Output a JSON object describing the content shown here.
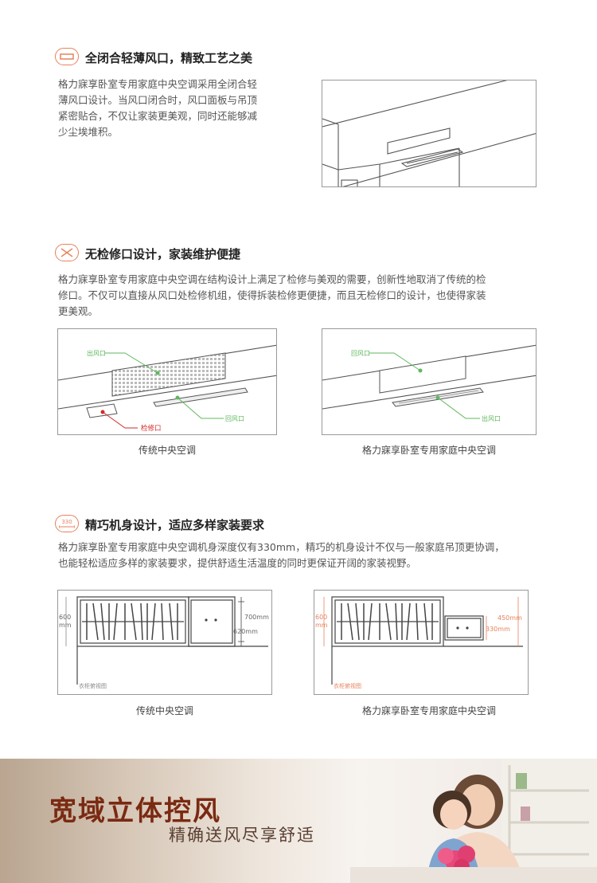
{
  "section1": {
    "icon": "vent-slot-icon",
    "title": "全闭合轻薄风口，精致工艺之美",
    "body_lines": [
      "格力寐享卧室专用家庭中央空调采用全闭合轻",
      "薄风口设计。当风口闭合时，风口面板与吊顶",
      "紧密贴合，不仅让家装更美观，同时还能够减",
      "少尘埃堆积。"
    ]
  },
  "section2": {
    "icon": "crossed-wrench-icon",
    "title": "无检修口设计，家装维护便捷",
    "body_lines": [
      "格力寐享卧室专用家庭中央空调在结构设计上满足了检修与美观的需要，创新性地取消了传统的检",
      "修口。不仅可以直接从风口处检修机组，使得拆装检修更便捷，而且无检修口的设计，也使得家装",
      "更美观。"
    ],
    "left_diagram": {
      "caption": "传统中央空调",
      "label_outlet": "出风口",
      "label_return": "回风口",
      "label_access": "检修口"
    },
    "right_diagram": {
      "caption": "格力寐享卧室专用家庭中央空调",
      "label_return": "回风口",
      "label_outlet": "出风口"
    }
  },
  "section3": {
    "icon": "ruler-330-icon",
    "icon_text": "330",
    "title": "精巧机身设计，适应多样家装要求",
    "body_lines": [
      "格力寐享卧室专用家庭中央空调机身深度仅有330mm，精巧的机身设计不仅与一般家庭吊顶更协调，",
      "也能轻松适应多样的家装要求，提供舒适生活温度的同时更保证开阔的家装视野。"
    ],
    "left_diagram": {
      "caption": "传统中央空调",
      "dim_height": "600",
      "dim_unit": "mm",
      "dim_outer": "700mm",
      "dim_inner": "620mm",
      "view_label": "衣柜俯视图"
    },
    "right_diagram": {
      "caption": "格力寐享卧室专用家庭中央空调",
      "dim_height": "600",
      "dim_unit": "mm",
      "dim_outer": "450mm",
      "dim_inner": "330mm",
      "view_label": "衣柜俯视图"
    }
  },
  "banner": {
    "title": "宽域立体控风",
    "subtitle": "精确送风尽享舒适"
  },
  "colors": {
    "accent": "#e6825c",
    "green": "#5fb85c",
    "red": "#d32a2a",
    "banner_title": "#7a2a12"
  }
}
